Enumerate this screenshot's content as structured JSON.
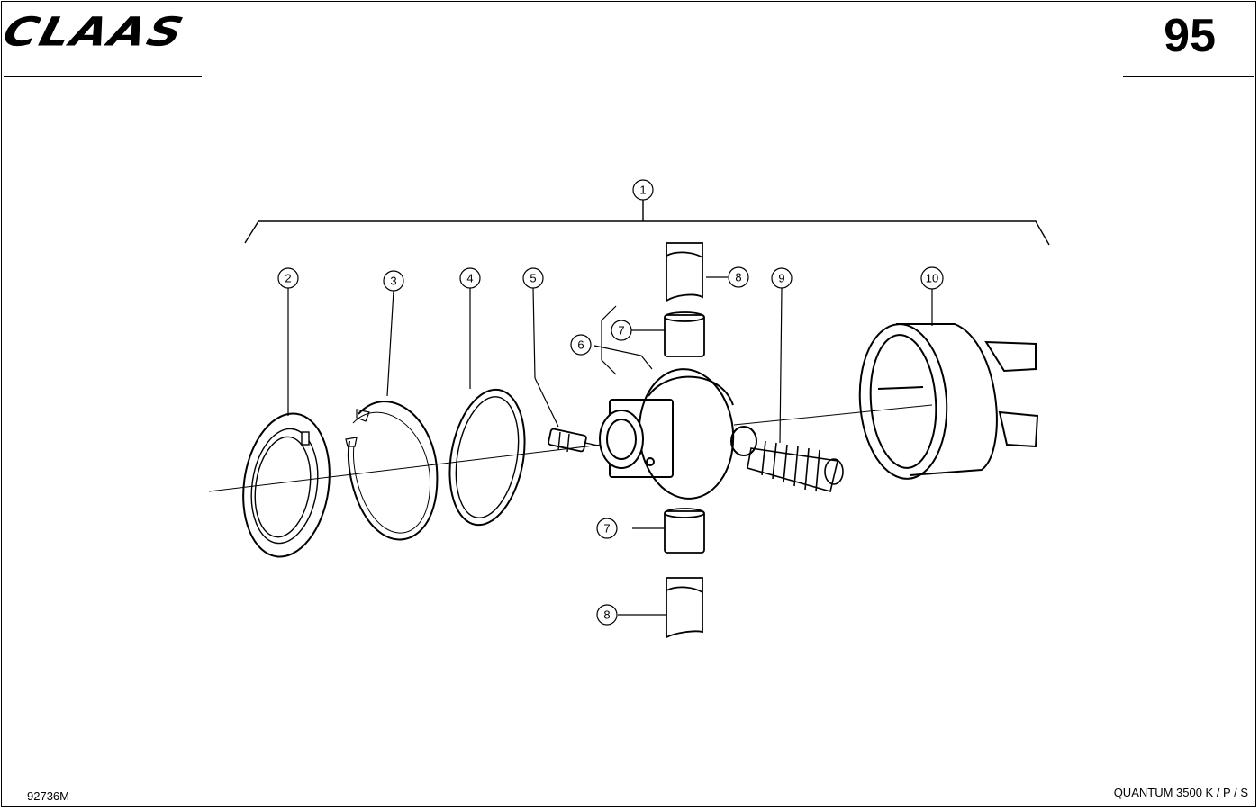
{
  "header": {
    "logo_text": "CLAAS",
    "page_number": "95"
  },
  "footer": {
    "drawing_code": "92736M",
    "model": "QUANTUM  3500 K / P / S"
  },
  "callouts": [
    "1",
    "2",
    "3",
    "4",
    "5",
    "6",
    "7",
    "7",
    "8",
    "8",
    "9",
    "10"
  ]
}
